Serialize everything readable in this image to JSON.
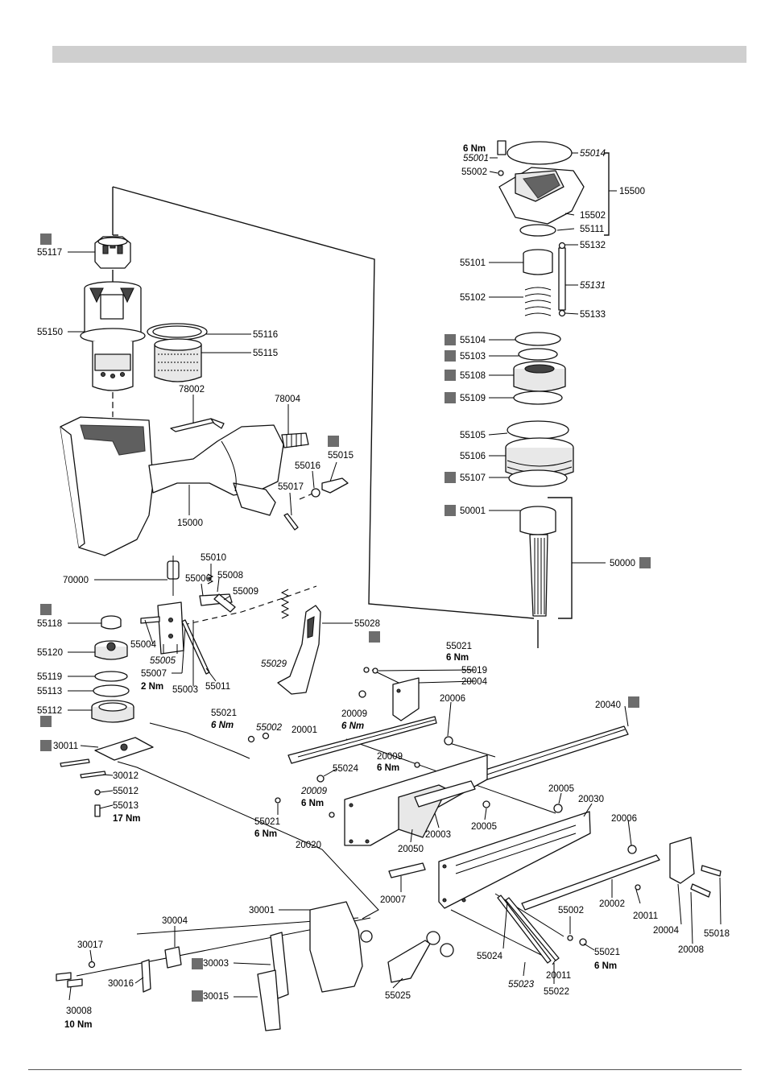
{
  "parts": [
    {
      "id": "p55117",
      "text": "55117"
    },
    {
      "id": "p55150",
      "text": "55150"
    },
    {
      "id": "p55116",
      "text": "55116"
    },
    {
      "id": "p55115",
      "text": "55115"
    },
    {
      "id": "p78002",
      "text": "78002"
    },
    {
      "id": "p78004",
      "text": "78004"
    },
    {
      "id": "p55015",
      "text": "55015"
    },
    {
      "id": "p55016",
      "text": "55016"
    },
    {
      "id": "p55017",
      "text": "55017"
    },
    {
      "id": "p15000",
      "text": "15000"
    },
    {
      "id": "p55010",
      "text": "55010"
    },
    {
      "id": "p70000",
      "text": "70000"
    },
    {
      "id": "p55006",
      "text": "55006"
    },
    {
      "id": "p55008",
      "text": "55008"
    },
    {
      "id": "p55009",
      "text": "55009"
    },
    {
      "id": "p55118",
      "text": "55118"
    },
    {
      "id": "p55028",
      "text": "55028"
    },
    {
      "id": "p55120",
      "text": "55120"
    },
    {
      "id": "p55004",
      "text": "55004"
    },
    {
      "id": "p55005",
      "text": "55005"
    },
    {
      "id": "p55029",
      "text": "55029"
    },
    {
      "id": "p55119",
      "text": "55119"
    },
    {
      "id": "p55113",
      "text": "55113"
    },
    {
      "id": "p55007",
      "text": "55007"
    },
    {
      "id": "p55007nm",
      "text": "2 Nm"
    },
    {
      "id": "p55003",
      "text": "55003"
    },
    {
      "id": "p55011",
      "text": "55011"
    },
    {
      "id": "p55112",
      "text": "55112"
    },
    {
      "id": "p55021a",
      "text": "55021"
    },
    {
      "id": "p55021anm",
      "text": "6 Nm"
    },
    {
      "id": "p55002a",
      "text": "55002"
    },
    {
      "id": "p20001",
      "text": "20001"
    },
    {
      "id": "p20009a",
      "text": "20009"
    },
    {
      "id": "p20009anm",
      "text": "6 Nm"
    },
    {
      "id": "p30011",
      "text": "30011"
    },
    {
      "id": "p30012",
      "text": "30012"
    },
    {
      "id": "p55012",
      "text": "55012"
    },
    {
      "id": "p55013",
      "text": "55013"
    },
    {
      "id": "p55013nm",
      "text": "17 Nm"
    },
    {
      "id": "p55024a",
      "text": "55024"
    },
    {
      "id": "p20009b",
      "text": "20009"
    },
    {
      "id": "p20009bnm",
      "text": "6 Nm"
    },
    {
      "id": "p20009c",
      "text": "20009"
    },
    {
      "id": "p20009cnm",
      "text": "6 Nm"
    },
    {
      "id": "p55021b",
      "text": "55021"
    },
    {
      "id": "p55021bnm",
      "text": "6 Nm"
    },
    {
      "id": "p20020",
      "text": "20020"
    },
    {
      "id": "p20050",
      "text": "20050"
    },
    {
      "id": "p20003",
      "text": "20003"
    },
    {
      "id": "p20005a",
      "text": "20005"
    },
    {
      "id": "p20005b",
      "text": "20005"
    },
    {
      "id": "p20030",
      "text": "20030"
    },
    {
      "id": "p20006b",
      "text": "20006"
    },
    {
      "id": "p20007",
      "text": "20007"
    },
    {
      "id": "p20002",
      "text": "20002"
    },
    {
      "id": "p20011a",
      "text": "20011"
    },
    {
      "id": "p20004b",
      "text": "20004"
    },
    {
      "id": "p20008",
      "text": "20008"
    },
    {
      "id": "p55018",
      "text": "55018"
    },
    {
      "id": "p55002b",
      "text": "55002"
    },
    {
      "id": "p55021c",
      "text": "55021"
    },
    {
      "id": "p55021cnm",
      "text": "6 Nm"
    },
    {
      "id": "p55024b",
      "text": "55024"
    },
    {
      "id": "p55023",
      "text": "55023"
    },
    {
      "id": "p55022",
      "text": "55022"
    },
    {
      "id": "p20011b",
      "text": "20011"
    },
    {
      "id": "p55025",
      "text": "55025"
    },
    {
      "id": "p30001",
      "text": "30001"
    },
    {
      "id": "p30004",
      "text": "30004"
    },
    {
      "id": "p30017",
      "text": "30017"
    },
    {
      "id": "p30003",
      "text": "30003"
    },
    {
      "id": "p30016",
      "text": "30016"
    },
    {
      "id": "p30015",
      "text": "30015"
    },
    {
      "id": "p30008",
      "text": "30008"
    },
    {
      "id": "p30008nm",
      "text": "10 Nm"
    },
    {
      "id": "p55014",
      "text": "55014"
    },
    {
      "id": "p55001nm",
      "text": "6 Nm"
    },
    {
      "id": "p55001",
      "text": "55001"
    },
    {
      "id": "p55002c",
      "text": "55002"
    },
    {
      "id": "p15500",
      "text": "15500"
    },
    {
      "id": "p15502",
      "text": "15502"
    },
    {
      "id": "p55111",
      "text": "55111"
    },
    {
      "id": "p55132",
      "text": "55132"
    },
    {
      "id": "p55101",
      "text": "55101"
    },
    {
      "id": "p55131",
      "text": "55131"
    },
    {
      "id": "p55102",
      "text": "55102"
    },
    {
      "id": "p55133",
      "text": "55133"
    },
    {
      "id": "p55104",
      "text": "55104"
    },
    {
      "id": "p55103",
      "text": "55103"
    },
    {
      "id": "p55108",
      "text": "55108"
    },
    {
      "id": "p55109",
      "text": "55109"
    },
    {
      "id": "p55105",
      "text": "55105"
    },
    {
      "id": "p55106",
      "text": "55106"
    },
    {
      "id": "p55107",
      "text": "55107"
    },
    {
      "id": "p50001",
      "text": "50001"
    },
    {
      "id": "p50000",
      "text": "50000"
    },
    {
      "id": "p55021d",
      "text": "55021"
    },
    {
      "id": "p55021dnm",
      "text": "6 Nm"
    },
    {
      "id": "p55019",
      "text": "55019"
    },
    {
      "id": "p20004a",
      "text": "20004"
    },
    {
      "id": "p20006a",
      "text": "20006"
    },
    {
      "id": "p20040",
      "text": "20040"
    }
  ]
}
